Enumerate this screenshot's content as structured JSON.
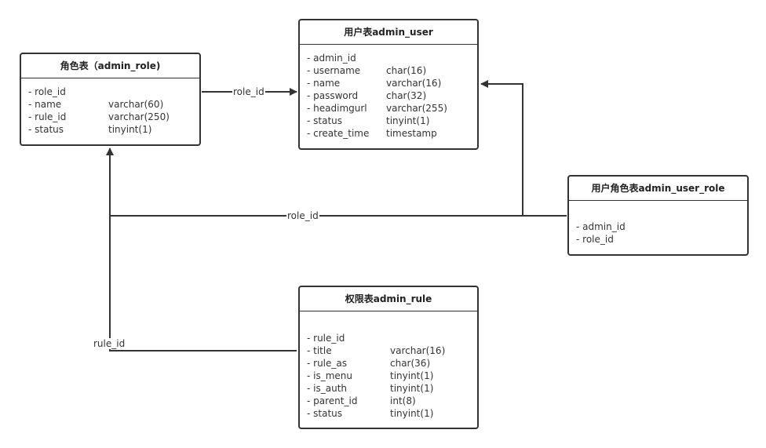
{
  "tables": {
    "admin_role": {
      "title": "角色表（admin_role)",
      "fields": [
        {
          "name": "- role_id",
          "type": ""
        },
        {
          "name": "- name",
          "type": "varchar(60)"
        },
        {
          "name": "- rule_id",
          "type": "varchar(250)"
        },
        {
          "name": "- status",
          "type": "tinyint(1)"
        }
      ]
    },
    "admin_user": {
      "title": "用户表admin_user",
      "fields": [
        {
          "name": "- admin_id",
          "type": ""
        },
        {
          "name": "- username",
          "type": "char(16)"
        },
        {
          "name": "- name",
          "type": "varchar(16)"
        },
        {
          "name": "- password",
          "type": "char(32)"
        },
        {
          "name": "- headimgurl",
          "type": "varchar(255)"
        },
        {
          "name": "- status",
          "type": "tinyint(1)"
        },
        {
          "name": "- create_time",
          "type": "timestamp"
        }
      ]
    },
    "admin_user_role": {
      "title": "用户角色表admin_user_role",
      "fields": [
        {
          "name": "- admin_id",
          "type": ""
        },
        {
          "name": "- role_id",
          "type": ""
        }
      ]
    },
    "admin_rule": {
      "title": "权限表admin_rule",
      "fields": [
        {
          "name": "- rule_id",
          "type": ""
        },
        {
          "name": "- title",
          "type": "varchar(16)"
        },
        {
          "name": "- rule_as",
          "type": "char(36)"
        },
        {
          "name": "- is_menu",
          "type": "tinyint(1)"
        },
        {
          "name": "- is_auth",
          "type": "tinyint(1)"
        },
        {
          "name": "- parent_id",
          "type": "int(8)"
        },
        {
          "name": "- status",
          "type": "tinyint(1)"
        }
      ]
    }
  },
  "connectors": {
    "role_to_user": "role_id",
    "user_role_to_role": "role_id",
    "rule_to_role": "rule_id"
  }
}
